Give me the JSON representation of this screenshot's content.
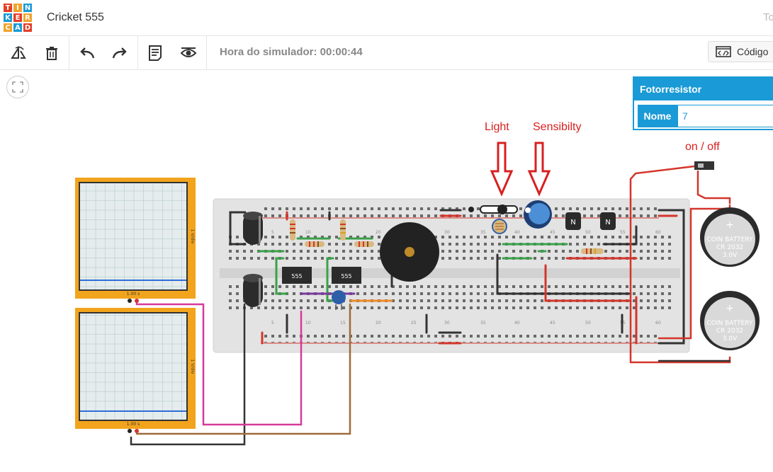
{
  "app": {
    "logo_letters": [
      "T",
      "I",
      "N",
      "K",
      "E",
      "R",
      "C",
      "A",
      "D"
    ],
    "logo_colors": [
      "#e43e26",
      "#f2a32b",
      "#1a9ad6",
      "#1a9ad6",
      "#e43e26",
      "#f2a32b",
      "#f2a32b",
      "#1a9ad6",
      "#e43e26"
    ],
    "title": "Cricket 555",
    "top_right_partial": "To"
  },
  "toolbar": {
    "rotate_icon": "rotate-icon",
    "delete_icon": "trash-icon",
    "undo_icon": "undo-icon",
    "redo_icon": "redo-icon",
    "notes_icon": "notes-icon",
    "view_icon": "eye-icon",
    "sim_time": "Hora do simulador: 00:00:44",
    "code_label": "Código"
  },
  "inspector": {
    "title": "Fotorresistor",
    "name_label": "Nome",
    "name_value": "7"
  },
  "annotations": {
    "light": "Light",
    "sensibility": "Sensibilty",
    "onoff": "on / off"
  },
  "components": {
    "ic1_label": "555",
    "ic2_label": "555",
    "transistor1_label": "N",
    "transistor2_label": "N",
    "battery1_lines": [
      "COIN BATTERY",
      "CR 2032",
      "3.0V"
    ],
    "battery2_lines": [
      "COIN BATTERY",
      "CR 2032",
      "3.0V"
    ],
    "scope1_time": "1.00 s",
    "scope2_time": "1.00 s",
    "scope1_volts": "1 V/div",
    "scope2_volts": "1 V/div"
  },
  "colors": {
    "accent": "#1a9ad6",
    "annotation": "#d82020",
    "scope_frame": "#f2a41c",
    "breadboard": "#e3e3e3"
  }
}
